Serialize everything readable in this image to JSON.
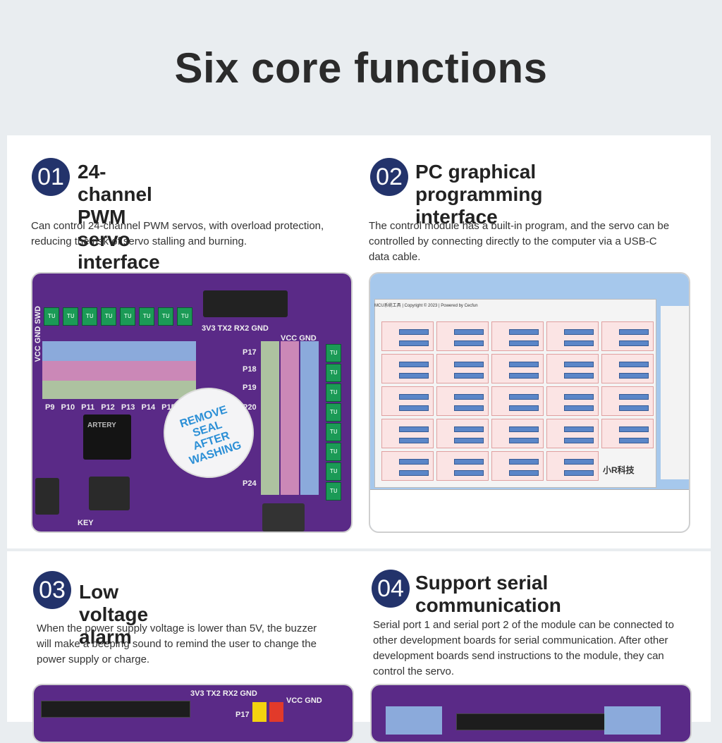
{
  "page": {
    "title": "Six core functions"
  },
  "features": [
    {
      "number": "01",
      "title_line1": "24-channel PWM",
      "title_line2": "servo interface",
      "desc_lines": [
        "Can control 24-channel PWM servos, with overload protection,",
        "reducing the risk of servo stalling and burning."
      ]
    },
    {
      "number": "02",
      "title_line1": "PC graphical programming",
      "title_line2": "interface",
      "desc_lines": [
        "The control module has a built-in program, and the servo can be",
        "controlled by connecting directly to the computer via a USB-C",
        "data cable."
      ]
    },
    {
      "number": "03",
      "title_line1": "Low voltage alarm",
      "desc_lines": [
        "When the power supply voltage is lower than 5V, the buzzer",
        "will make a beeping sound to remind the user to change the",
        "power supply or charge."
      ]
    },
    {
      "number": "04",
      "title_line1": "Support serial",
      "title_line2": "communication",
      "desc_lines": [
        "Serial port 1 and serial port 2 of the module can be connected to",
        "other development boards for serial communication. After other",
        "development boards send instructions to the module, they can",
        "control the servo."
      ]
    }
  ],
  "board": {
    "header_label": "3V3 TX2 RX2 GND",
    "vcc_label": "VCC GND",
    "left_label": "VCC GND SWD",
    "pins_bottom": [
      "P9",
      "P10",
      "P11",
      "P12",
      "P13",
      "P14",
      "P15"
    ],
    "pins_right": [
      "P17",
      "P18",
      "P19",
      "P20",
      "P24"
    ],
    "chip_label": "ARTERY",
    "key_label": "KEY",
    "seal_lines": [
      "REMOVE",
      "SEAL",
      "AFTER",
      "WASHING"
    ]
  },
  "software": {
    "caption": "MCU系统工具 | Copyright © 2023 | Powered by Cecfun",
    "logo": "小R科技"
  },
  "colors": {
    "badge": "#23336b",
    "board": "#5a2a87",
    "led": "#1b9a56",
    "window": "#a6c8ec"
  }
}
